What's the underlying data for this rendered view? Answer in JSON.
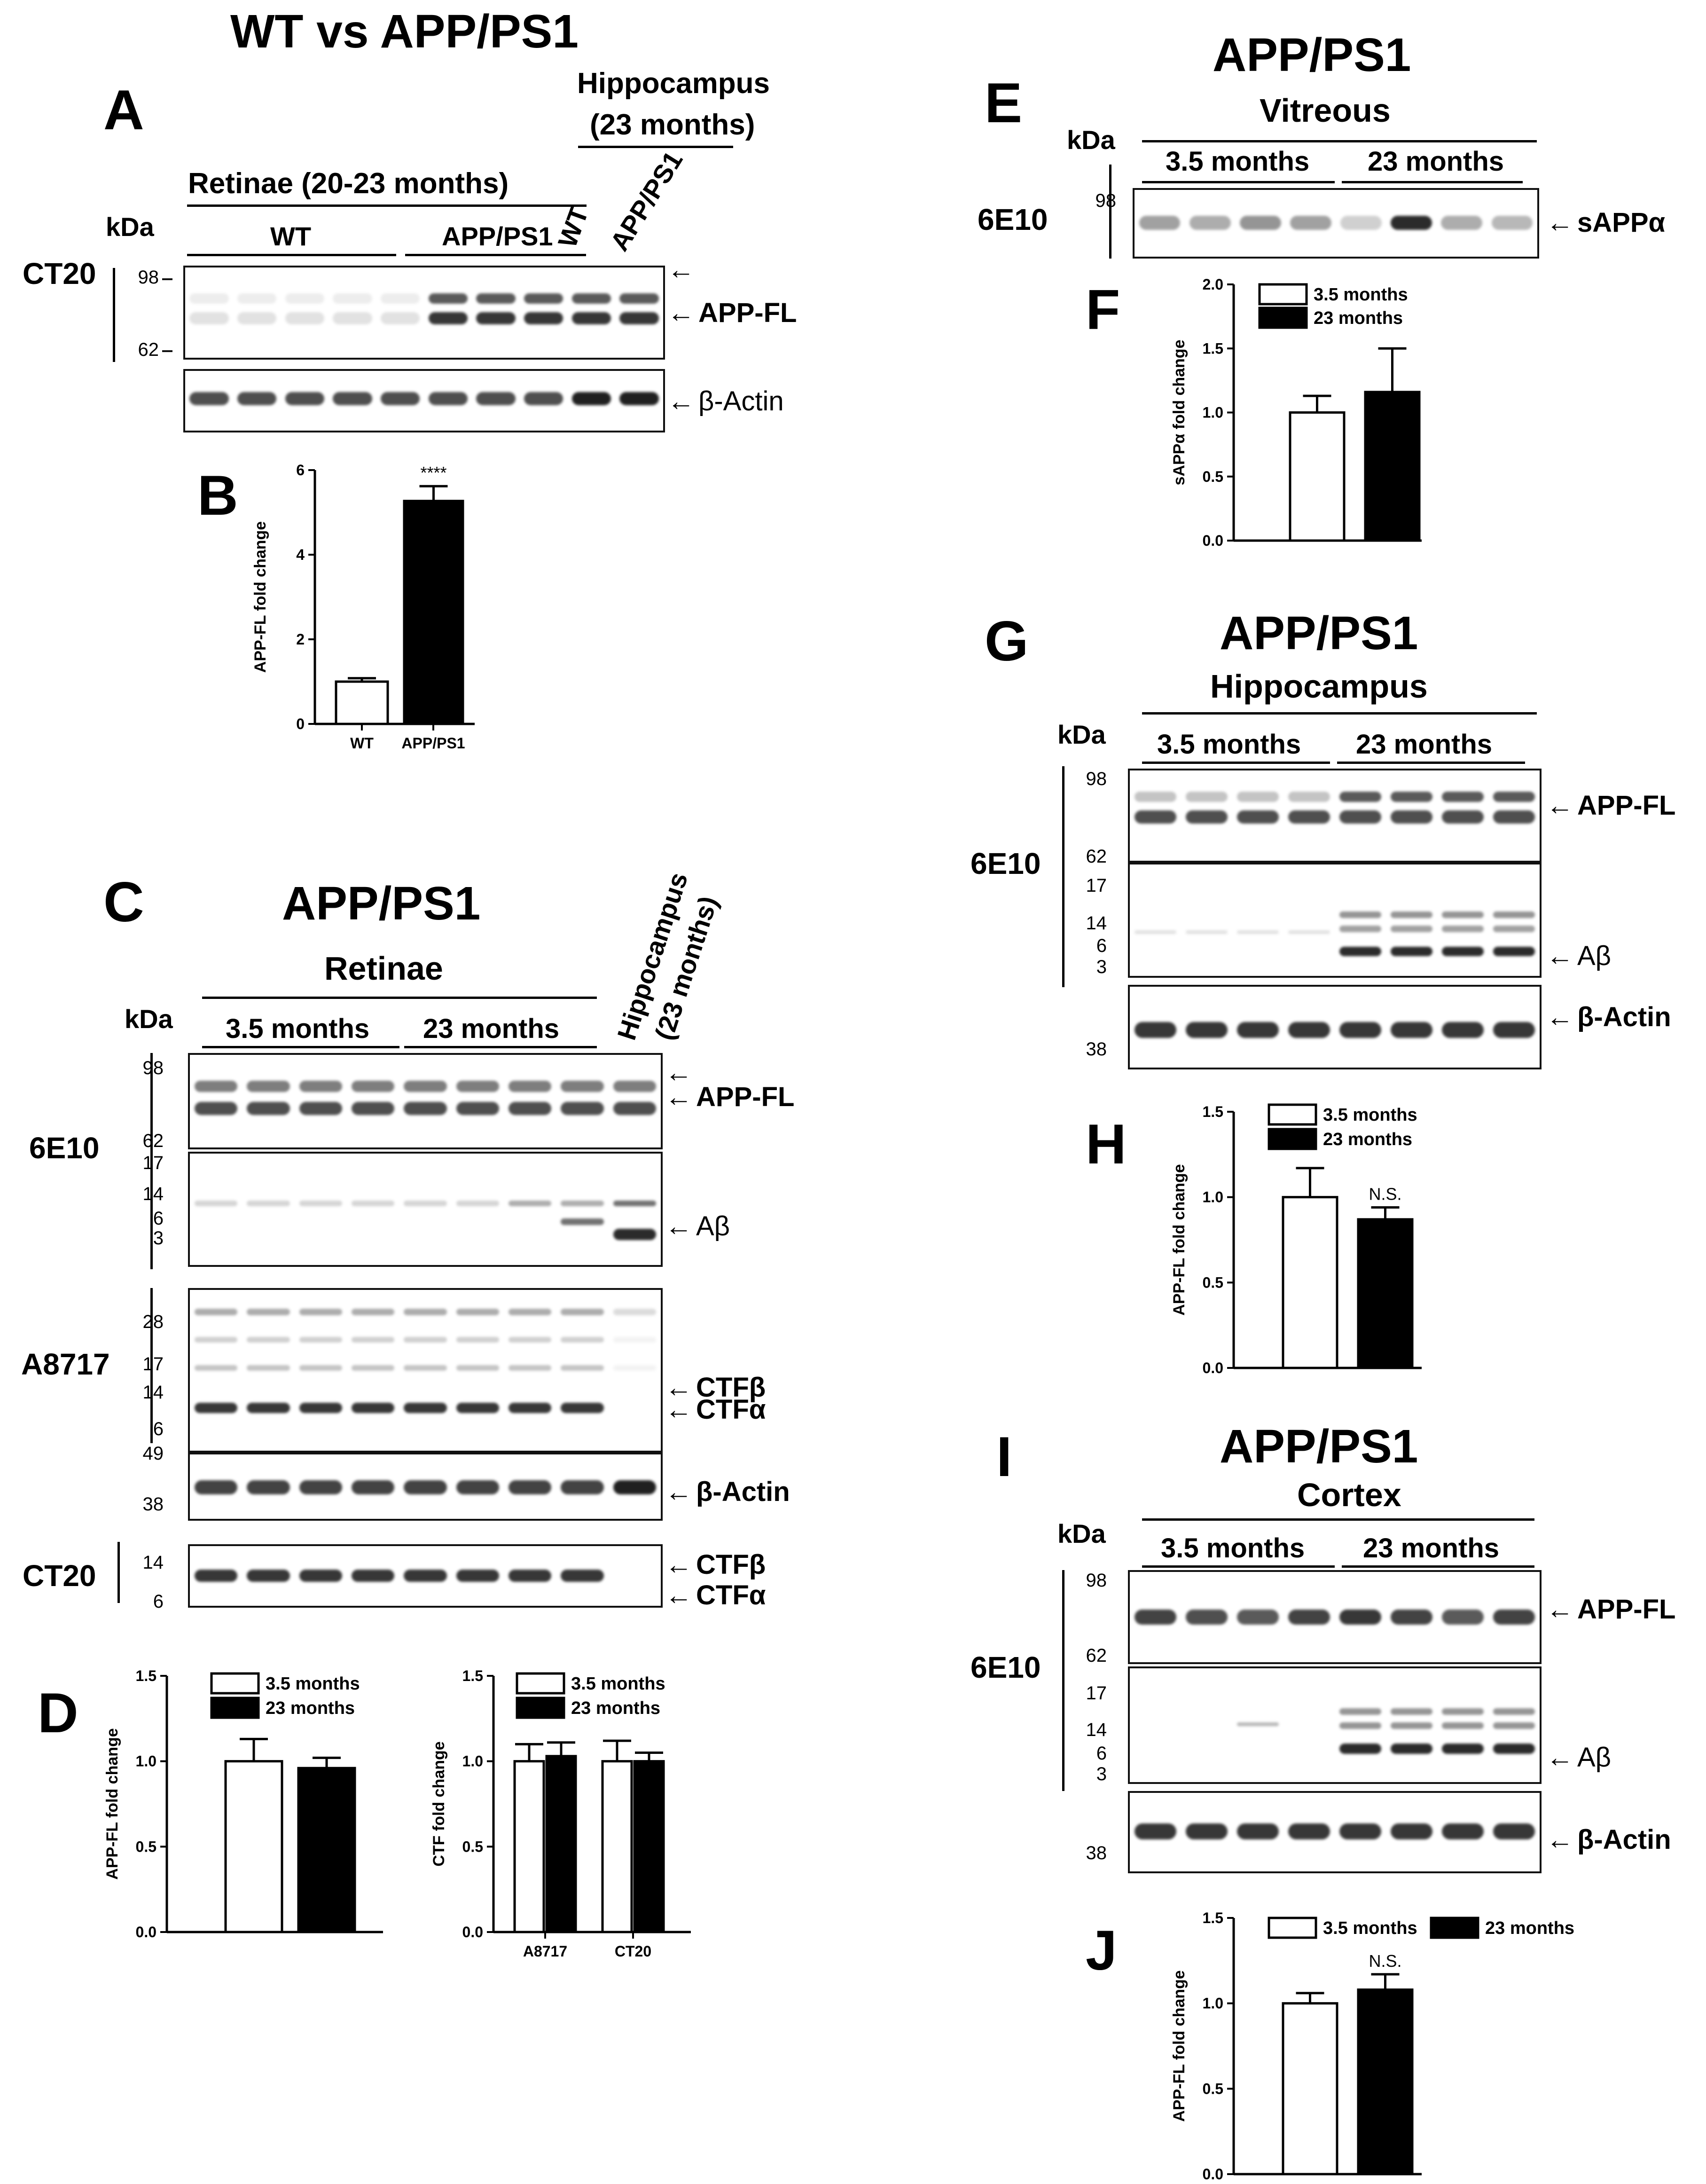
{
  "left_title": "WT vs APP/PS1",
  "panels": {
    "A": "A",
    "B": "B",
    "C": "C",
    "D": "D",
    "E": "E",
    "F": "F",
    "G": "G",
    "H": "H",
    "I": "I",
    "J": "J"
  },
  "panelA": {
    "retinae": "Retinae (20-23 months)",
    "hippocampus_l1": "Hippocampus",
    "hippocampus_l2": "(23 months)",
    "kda": "kDa",
    "wt": "WT",
    "app": "APP/PS1",
    "lane_wt": "WT",
    "lane_app": "APP/PS1",
    "antibody": "CT20",
    "mw_98": "98",
    "mw_62": "62",
    "label_appfl": "APP-FL",
    "label_actin": "β-Actin"
  },
  "panelC": {
    "title": "APP/PS1",
    "sub": "Retinae",
    "kda": "kDa",
    "g1": "3.5 months",
    "g2": "23 months",
    "hippo": "Hippocampus",
    "hippo2": "(23 months)",
    "ab1": "6E10",
    "ab2": "A8717",
    "ab3": "CT20",
    "mw": [
      "98",
      "62",
      "17",
      "14",
      "6",
      "3",
      "28",
      "17",
      "14",
      "6",
      "49",
      "38",
      "14",
      "6"
    ],
    "label_appfl": "APP-FL",
    "label_abeta": "Aβ",
    "label_ctfb": "CTFβ",
    "label_ctfa": "CTFα",
    "label_actin": "β-Actin",
    "label_ctfb2": "CTFβ",
    "label_ctfa2": "CTFα"
  },
  "panelE": {
    "title": "APP/PS1",
    "sub": "Vitreous",
    "kda": "kDa",
    "g1": "3.5 months",
    "g2": "23 months",
    "ab": "6E10",
    "mw_98": "98",
    "label": "sAPPα"
  },
  "panelG": {
    "title": "APP/PS1",
    "sub": "Hippocampus",
    "kda": "kDa",
    "g1": "3.5 months",
    "g2": "23 months",
    "ab": "6E10",
    "mw": [
      "98",
      "62",
      "17",
      "14",
      "6",
      "3",
      "38"
    ],
    "label_appfl": "APP-FL",
    "label_abeta": "Aβ",
    "label_actin": "β-Actin"
  },
  "panelI": {
    "title": "APP/PS1",
    "sub": "Cortex",
    "kda": "kDa",
    "g1": "3.5 months",
    "g2": "23 months",
    "ab": "6E10",
    "mw": [
      "98",
      "62",
      "17",
      "14",
      "6",
      "3",
      "38"
    ],
    "label_appfl": "APP-FL",
    "label_abeta": "Aβ",
    "label_actin": "β-Actin"
  },
  "chart_data": [
    {
      "id": "B",
      "type": "bar",
      "categories": [
        "WT",
        "APP/PS1"
      ],
      "values": [
        1.0,
        5.27
      ],
      "errors": [
        0.08,
        0.35
      ],
      "fills": [
        "#ffffff",
        "#000000"
      ],
      "ylabel": "APP-FL fold change",
      "ylim": [
        0,
        6
      ],
      "yticks": [
        "0",
        "2",
        "4",
        "6"
      ],
      "annotation": "****"
    },
    {
      "id": "D1",
      "type": "bar",
      "categories": [
        "",
        ""
      ],
      "series": [
        {
          "name": "3.5 months",
          "values": [
            1.0
          ]
        },
        {
          "name": "23 months",
          "values": [
            0.96
          ]
        }
      ],
      "errors": [
        0.13,
        0.06
      ],
      "ylabel": "APP-FL fold change",
      "ylim": [
        0,
        1.5
      ],
      "yticks": [
        "0.0",
        "0.5",
        "1.0",
        "1.5"
      ],
      "legend": "top-right"
    },
    {
      "id": "D2",
      "type": "bar",
      "categories": [
        "A8717",
        "CT20"
      ],
      "series": [
        {
          "name": "3.5 months",
          "values": [
            1.0,
            1.0
          ]
        },
        {
          "name": "23 months",
          "values": [
            1.03,
            1.0
          ]
        }
      ],
      "errors": [
        [
          0.1,
          0.08
        ],
        [
          0.12,
          0.05
        ]
      ],
      "ylabel": "CTF fold change",
      "ylim": [
        0,
        1.5
      ],
      "yticks": [
        "0.0",
        "0.5",
        "1.0",
        "1.5"
      ],
      "legend": "top-right"
    },
    {
      "id": "F",
      "type": "bar",
      "series": [
        {
          "name": "3.5 months",
          "values": [
            1.0
          ]
        },
        {
          "name": "23 months",
          "values": [
            1.16
          ]
        }
      ],
      "errors": [
        0.13,
        0.34
      ],
      "ylabel": "sAPPα fold change",
      "ylim": [
        0,
        2.0
      ],
      "yticks": [
        "0.0",
        "0.5",
        "1.0",
        "1.5",
        "2.0"
      ],
      "legend": "top-left"
    },
    {
      "id": "H",
      "type": "bar",
      "series": [
        {
          "name": "3.5 months",
          "values": [
            1.0
          ]
        },
        {
          "name": "23 months",
          "values": [
            0.87
          ]
        }
      ],
      "errors": [
        0.17,
        0.07
      ],
      "ylabel": "APP-FL fold change",
      "ylim": [
        0,
        1.5
      ],
      "yticks": [
        "0.0",
        "0.5",
        "1.0",
        "1.5"
      ],
      "legend": "top-left",
      "annotation": "N.S."
    },
    {
      "id": "J",
      "type": "bar",
      "series": [
        {
          "name": "3.5 months",
          "values": [
            1.0
          ]
        },
        {
          "name": "23 months",
          "values": [
            1.08
          ]
        }
      ],
      "errors": [
        0.06,
        0.09
      ],
      "ylabel": "APP-FL fold change",
      "ylim": [
        0,
        1.5
      ],
      "yticks": [
        "0.0",
        "0.5",
        "1.0",
        "1.5"
      ],
      "legend": "top",
      "annotation": "N.S."
    }
  ]
}
